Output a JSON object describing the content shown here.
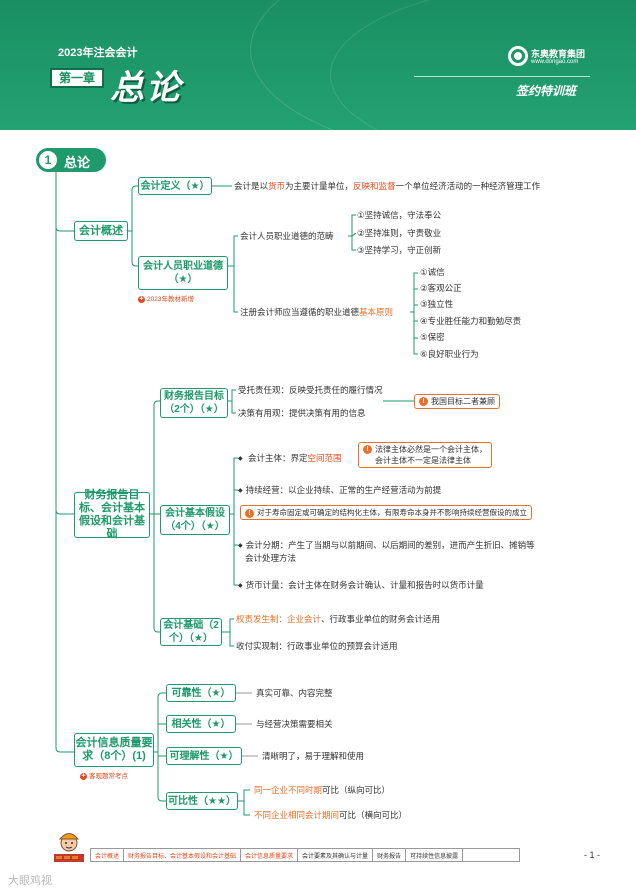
{
  "header": {
    "year_label": "2023年注会会计",
    "chapter_label": "第一章",
    "title": "总论",
    "brand": "东奥教育集团",
    "url": "www.dongao.com",
    "class_name": "签约特训班"
  },
  "section": {
    "number": "1",
    "title": "总论"
  },
  "overview": {
    "label": "会计概述",
    "definition": {
      "label": "会计定义（★）",
      "text_pre": "会计是以",
      "text_red1": "货币",
      "text_mid": "为主要计量单位，",
      "text_red2": "反映和监督",
      "text_post": "一个单位经济活动的一种经济管理工作"
    },
    "ethics": {
      "label": "会计人员职业道德（★）",
      "note": "2023年教材新增",
      "scope_label": "会计人员职业道德的范畴",
      "scope_items": [
        "①坚持诚信，守法奉公",
        "②坚持准则，守责敬业",
        "③坚持学习，守正创新"
      ],
      "cpa_label_pre": "注册会计师应当遵循的职业道德",
      "cpa_label_red": "基本原则",
      "cpa_items": [
        "①诚信",
        "②客观公正",
        "③独立性",
        "④专业胜任能力和勤勉尽责",
        "⑤保密",
        "⑥良好职业行为"
      ]
    }
  },
  "framework": {
    "label": "财务报告目标、会计基本假设和会计基础",
    "objectives": {
      "label": "财务报告目标（2个）（★）",
      "items": [
        "受托责任观：反映受托责任的履行情况",
        "决策有用观：提供决策有用的信息"
      ],
      "callout": "我国目标二者兼顾"
    },
    "assumptions": {
      "label": "会计基本假设（4个）（★）",
      "entity_pre": "会计主体：界定",
      "entity_red": "空间范围",
      "entity_callout_1": "法律主体必然是一个会计主体，",
      "entity_callout_2": "会计主体不一定是法律主体",
      "going_concern": "持续经营：以企业持续、正常的生产经营活动为前提",
      "going_callout": "对于寿命固定或可确定的结构化主体，有限寿命本身并不影响持续经营假设的成立",
      "period_1": "会计分期：产生了当期与以前期间、以后期间的差别，进而产生折旧、摊销等",
      "period_2": "会计处理方法",
      "money": "货币计量：会计主体在财务会计确认、计量和报告时以货币计量"
    },
    "basis": {
      "label": "会计基础（2个）（★）",
      "accrual_red": "权责发生制：企业会计",
      "accrual_post": "、行政事业单位的财务会计适用",
      "cash": "收付实现制：行政事业单位的预算会计适用"
    }
  },
  "quality": {
    "label": "会计信息质量要求（8个）(1)",
    "note": "客观题常考点",
    "items": [
      {
        "label": "可靠性（★）",
        "desc": "真实可靠、内容完整"
      },
      {
        "label": "相关性（★）",
        "desc": "与经营决策需要相关"
      },
      {
        "label": "可理解性（★）",
        "desc": "清晰明了，易于理解和使用"
      },
      {
        "label": "可比性（★★）"
      }
    ],
    "comparability": [
      {
        "red": "同一企业不同时期",
        "post": "可比（纵向可比）"
      },
      {
        "red": "不同企业相同会计期间",
        "post": "可比（横向可比）"
      }
    ]
  },
  "footer": {
    "tabs": [
      "会计概述",
      "财务报告目标、会计基本假设和会计基础",
      "会计信息质量要求",
      "会计要素及其确认与计量",
      "财务报告",
      "可持续性信息披露"
    ],
    "page": "- 1 -",
    "watermark": "大眼鸡视"
  },
  "colors": {
    "primary": "#1f9a6c",
    "accent_red": "#e8481c",
    "accent_orange": "#e8702a"
  }
}
